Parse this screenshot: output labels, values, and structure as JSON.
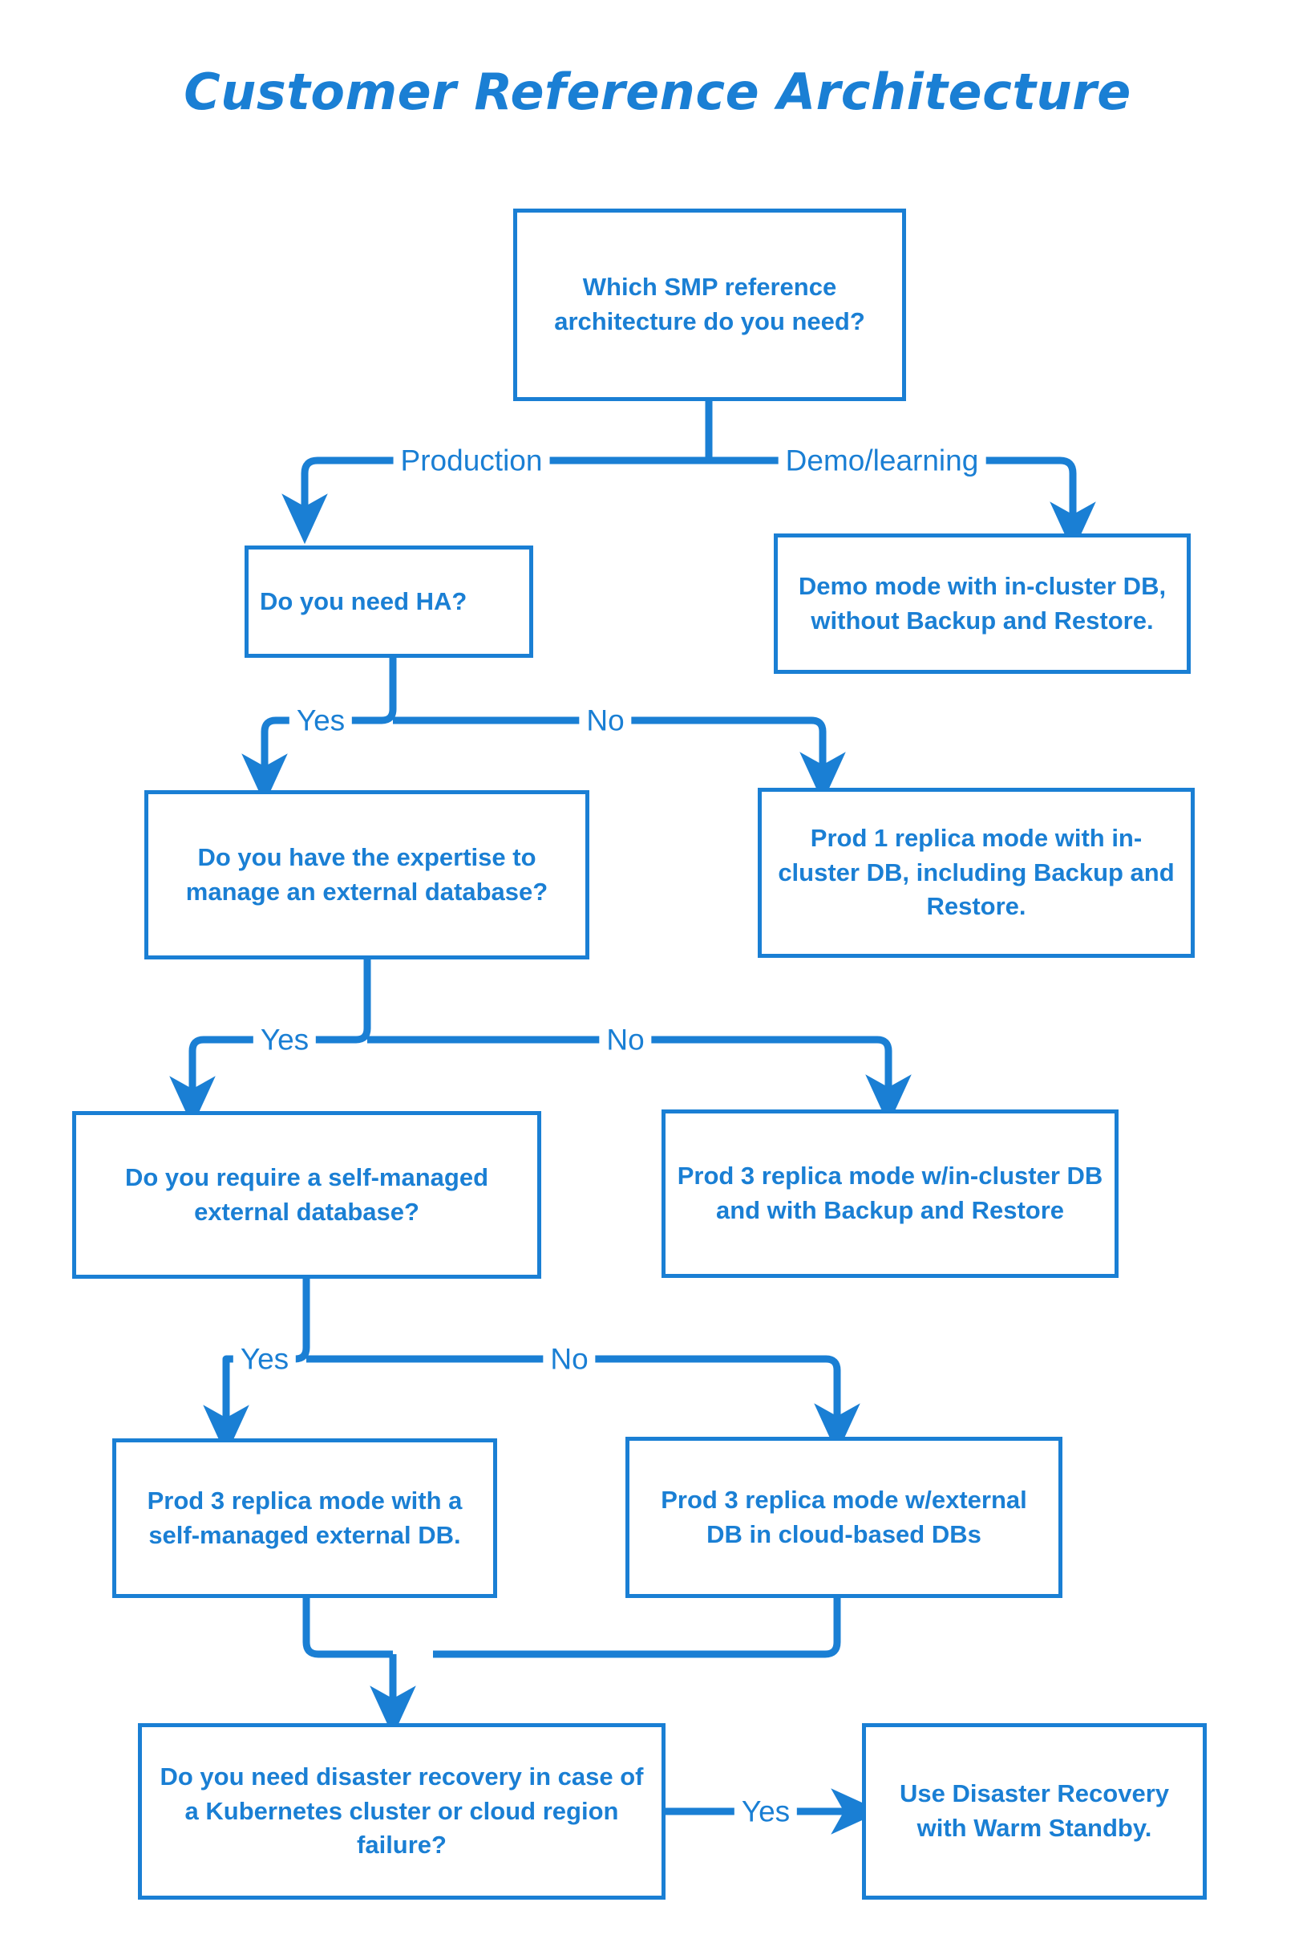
{
  "page": {
    "title": "Customer Reference Architecture",
    "accent_color": "#1a7fd4",
    "background_color": "#ffffff"
  },
  "diagram": {
    "type": "flowchart",
    "orientation": "top-down",
    "nodes": [
      {
        "id": "q-root",
        "kind": "decision",
        "text": "Which SMP reference architecture do you need?"
      },
      {
        "id": "q-ha",
        "kind": "decision",
        "text": "Do you need HA?"
      },
      {
        "id": "r-demo",
        "kind": "result",
        "text": "Demo mode with in-cluster DB, without Backup and Restore."
      },
      {
        "id": "q-expertise",
        "kind": "decision",
        "text": "Do you have the expertise to manage an external database?"
      },
      {
        "id": "r-prod1",
        "kind": "result",
        "text": "Prod 1 replica mode with in-cluster DB, including Backup and Restore."
      },
      {
        "id": "q-selfmanaged",
        "kind": "decision",
        "text": "Do you require a self-managed external database?"
      },
      {
        "id": "r-prod3-incluster",
        "kind": "result",
        "text": "Prod 3 replica mode w/in-cluster DB and with Backup and Restore"
      },
      {
        "id": "r-prod3-selfmanaged",
        "kind": "result",
        "text": "Prod 3 replica mode with a self-managed external DB."
      },
      {
        "id": "r-prod3-cloud",
        "kind": "result",
        "text": "Prod 3 replica mode w/external DB in cloud-based DBs"
      },
      {
        "id": "q-dr",
        "kind": "decision",
        "text": "Do you need disaster recovery in case of a Kubernetes cluster or cloud region failure?"
      },
      {
        "id": "r-warm-standby",
        "kind": "result",
        "text": "Use Disaster Recovery with Warm Standby."
      }
    ],
    "edges": [
      {
        "from": "q-root",
        "to": "q-ha",
        "label": "Production"
      },
      {
        "from": "q-root",
        "to": "r-demo",
        "label": "Demo/learning"
      },
      {
        "from": "q-ha",
        "to": "q-expertise",
        "label": "Yes"
      },
      {
        "from": "q-ha",
        "to": "r-prod1",
        "label": "No"
      },
      {
        "from": "q-expertise",
        "to": "q-selfmanaged",
        "label": "Yes"
      },
      {
        "from": "q-expertise",
        "to": "r-prod3-incluster",
        "label": "No"
      },
      {
        "from": "q-selfmanaged",
        "to": "r-prod3-selfmanaged",
        "label": "Yes"
      },
      {
        "from": "q-selfmanaged",
        "to": "r-prod3-cloud",
        "label": "No"
      },
      {
        "from": "r-prod3-selfmanaged",
        "to": "q-dr",
        "label": ""
      },
      {
        "from": "r-prod3-cloud",
        "to": "q-dr",
        "label": ""
      },
      {
        "from": "q-dr",
        "to": "r-warm-standby",
        "label": "Yes"
      }
    ],
    "edge_labels": {
      "production": "Production",
      "demo_learning": "Demo/learning",
      "ha_yes": "Yes",
      "ha_no": "No",
      "expertise_yes": "Yes",
      "expertise_no": "No",
      "selfmanaged_yes": "Yes",
      "selfmanaged_no": "No",
      "dr_yes": "Yes"
    }
  }
}
